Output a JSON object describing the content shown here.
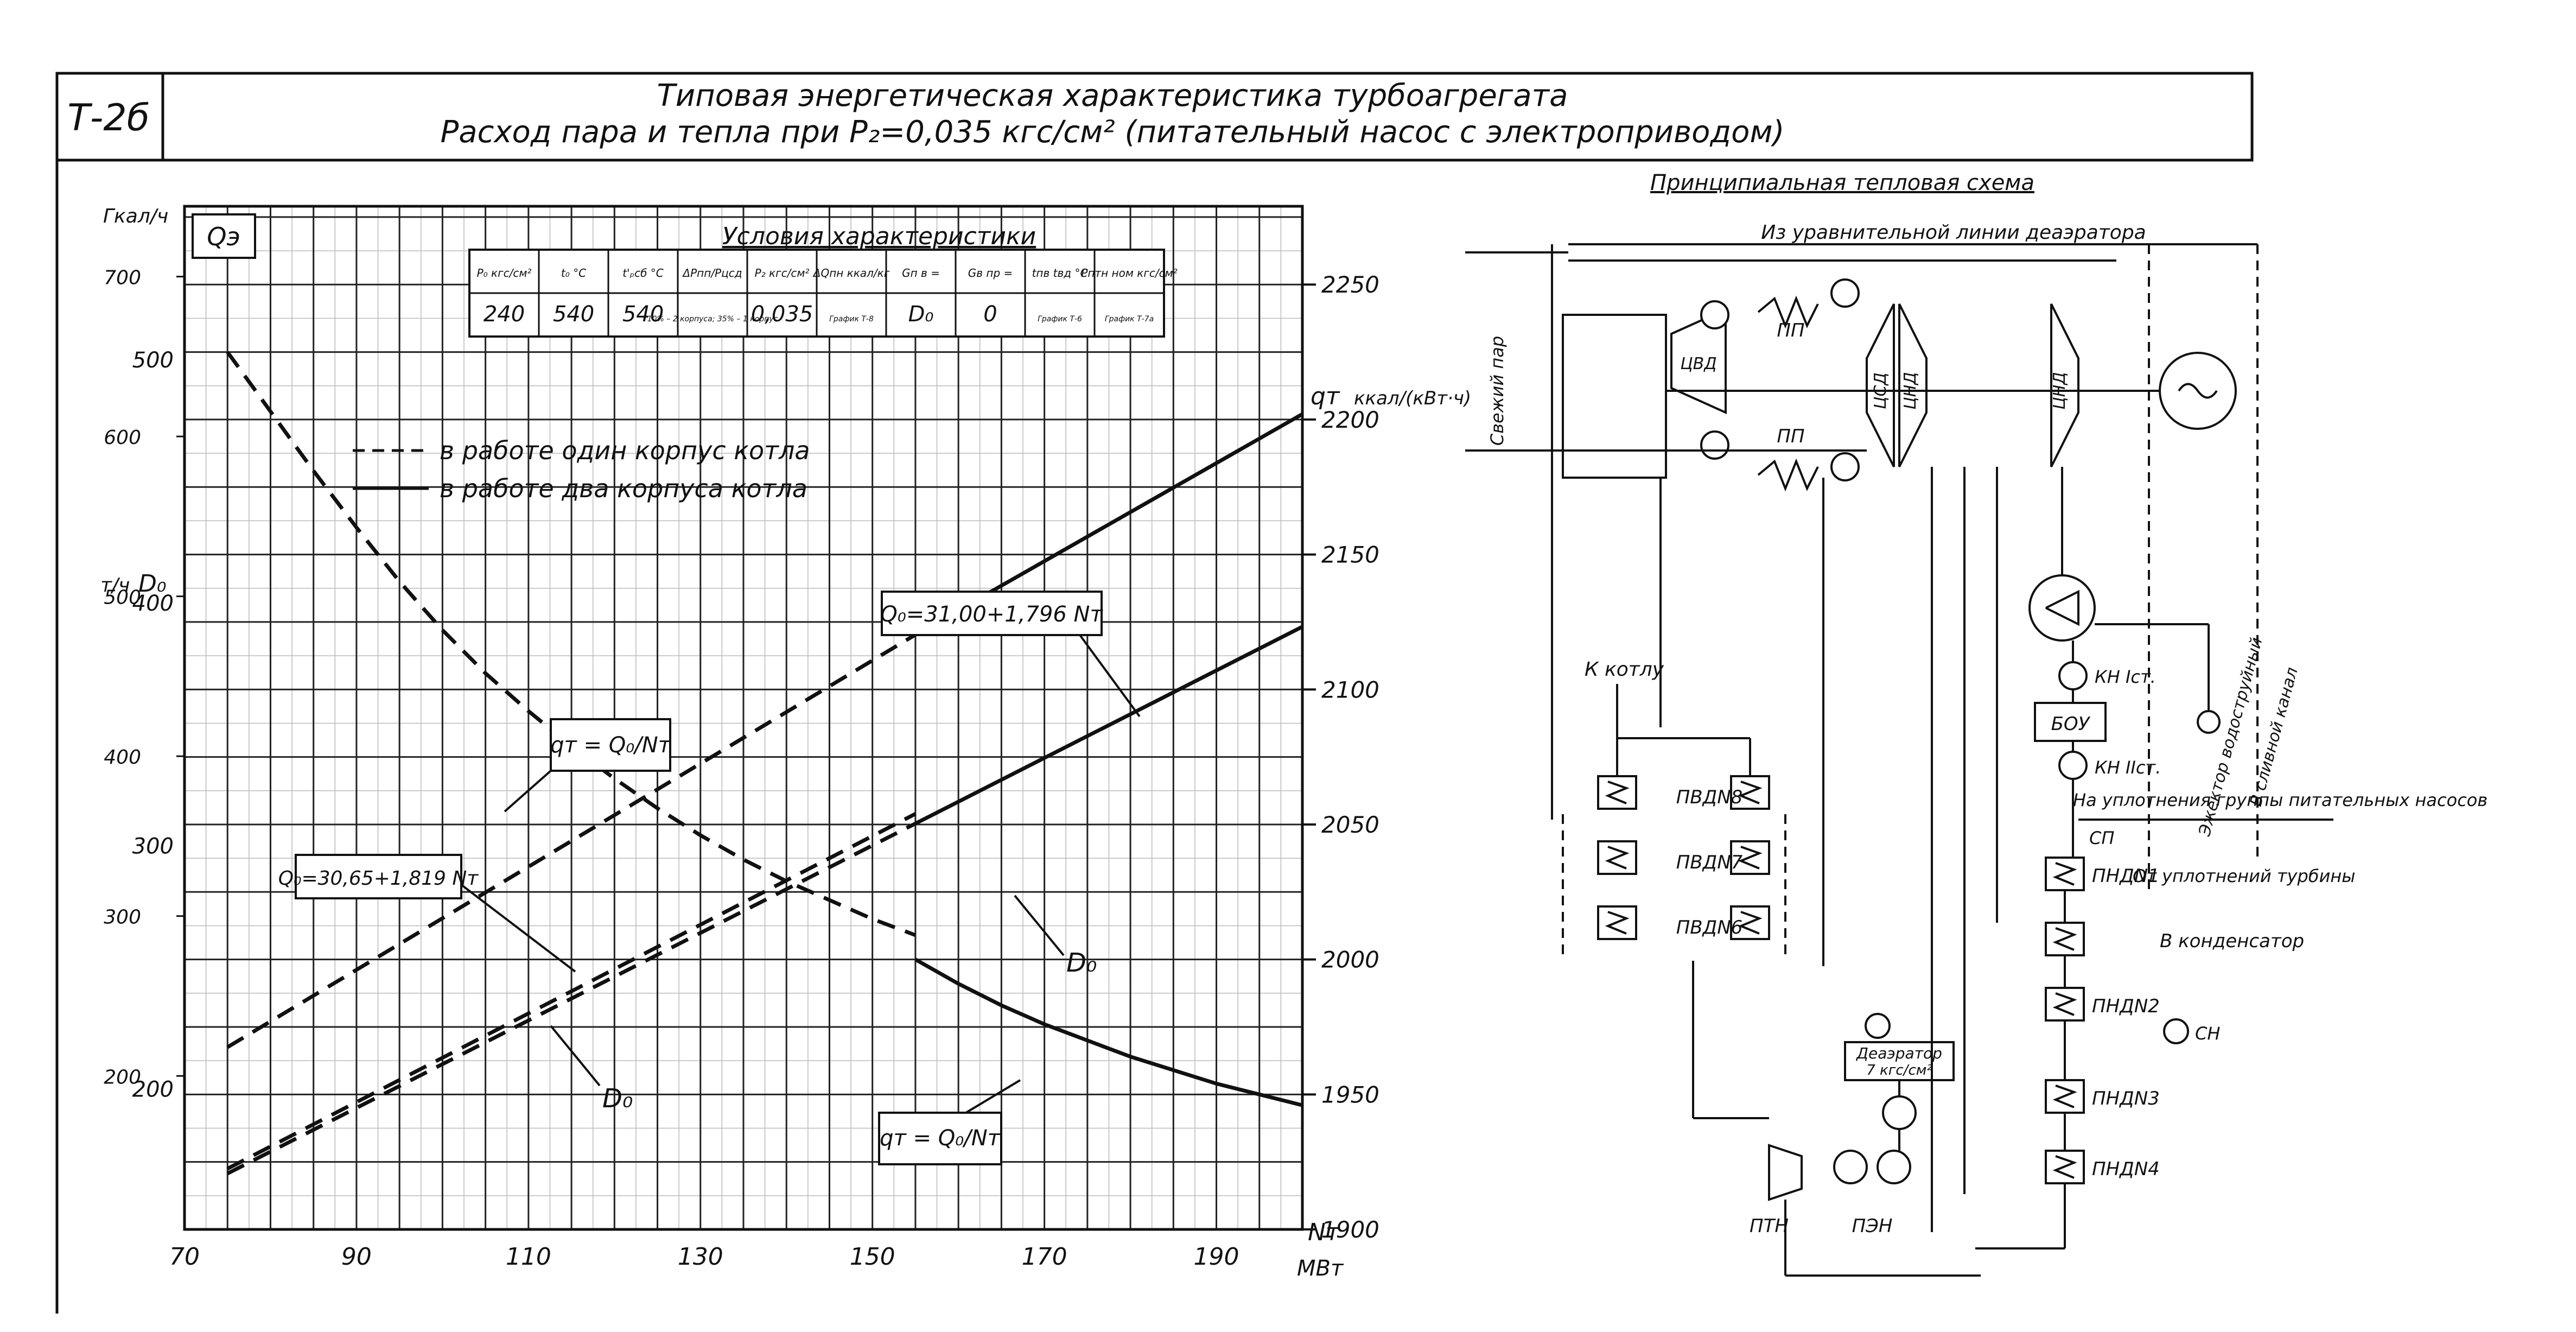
{
  "sheet": {
    "code": "Т-2б",
    "title_line1": "Типовая энергетическая характеристика турбоагрегата",
    "title_line2": "Расход пара и тепла при P₂=0,035 кгс/см² (питательный насос с электроприводом)"
  },
  "conditions": {
    "title": "Условия характеристики",
    "headers": [
      "P₀ кгс/см²",
      "t₀ °C",
      "t'ₚсб °C",
      "ΔPпп/Pцсд",
      "P₂ кгс/см²",
      "ΔQпн ккал/кг",
      "Gп в =",
      "Gв пр =",
      "tпв tвд °C",
      "Pптн ном кгс/см²"
    ],
    "values": [
      "240",
      "540",
      "540",
      "10% – 2 корпуса; 35% – 1 корпус",
      "0,035",
      "График Т-8",
      "D₀",
      "0",
      "График Т-6",
      "График Т-7а"
    ],
    "row_label": "График Т-8"
  },
  "legend": {
    "dashed": "в работе один корпус котла",
    "solid": "в работе два корпуса котла"
  },
  "annotations": {
    "q_formula_top": "qт = Q₀/Nт",
    "q_formula_bottom": "qт = Q₀/Nт",
    "Q_eq_upper": "Q₀=31,00+1,796 Nт",
    "Q_eq_lower": "Q₀=30,65+1,819 Nт",
    "D0_label_right": "D₀",
    "D0_label_lower": "D₀",
    "Qe_box": "Qэ"
  },
  "axes": {
    "left_unit_top": "Гкал/ч",
    "left_unit_D": "т/ч",
    "left_label_D": "D₀",
    "right_label": "qт",
    "right_unit": "ккал/(кВт·ч)",
    "x_label": "Nт",
    "x_unit": "МВт"
  },
  "chart_data": {
    "type": "line",
    "xlabel": "Nт, МВт",
    "xlim": [
      70,
      200
    ],
    "x_ticks": [
      "70",
      "90",
      "110",
      "130",
      "150",
      "170",
      "190"
    ],
    "y_left_Q_ticks": [
      "500",
      "400",
      "300",
      "200"
    ],
    "y_left_D_ticks": [
      "700",
      "600",
      "500",
      "400",
      "300",
      "200"
    ],
    "y_right_q_ticks": [
      "2250",
      "2200",
      "2150",
      "2100",
      "2050",
      "2000",
      "1950",
      "1900"
    ],
    "ylim_Q": [
      142,
      563
    ],
    "ylim_D": [
      104,
      744
    ],
    "ylim_q": [
      1900,
      2279
    ],
    "series": [
      {
        "name": "Q₀=31,00+1,796 Nт",
        "axis": "Q",
        "style": "dashed",
        "x": [
          75,
          155
        ],
        "y": [
          165,
          309
        ]
      },
      {
        "name": "Q₀=31,00+1,796 Nт",
        "axis": "Q",
        "style": "solid",
        "x": [
          155,
          200
        ],
        "y": [
          309,
          390
        ]
      },
      {
        "name": "Q₀=30,65+1,819 Nт",
        "axis": "Q",
        "style": "dashed",
        "x": [
          75,
          155
        ],
        "y": [
          167,
          313
        ]
      },
      {
        "name": "D₀",
        "axis": "D",
        "style": "dashed",
        "x": [
          75,
          155
        ],
        "y": [
          218,
          476
        ]
      },
      {
        "name": "D₀",
        "axis": "D",
        "style": "solid",
        "x": [
          155,
          200
        ],
        "y": [
          476,
          614
        ]
      },
      {
        "name": "qт",
        "axis": "q",
        "style": "dashed",
        "x": [
          75,
          80,
          85,
          90,
          95,
          100,
          105,
          110,
          115,
          120,
          125,
          130,
          135,
          140,
          145,
          150,
          155
        ],
        "y": [
          2225,
          2203,
          2181,
          2160,
          2140,
          2122,
          2106,
          2092,
          2079,
          2067,
          2056,
          2046,
          2037,
          2029,
          2022,
          2015,
          2009
        ]
      },
      {
        "name": "qт",
        "axis": "q",
        "style": "solid",
        "x": [
          155,
          160,
          165,
          170,
          175,
          180,
          185,
          190,
          195,
          200
        ],
        "y": [
          2000,
          1991,
          1983,
          1976,
          1970,
          1964,
          1959,
          1954,
          1950,
          1946
        ]
      }
    ]
  },
  "scheme": {
    "title": "Принципиальная тепловая схема",
    "top_line": "Из уравнительной линии деаэратора",
    "fresh_steam": "Свежий пар",
    "pp_top": "ПП",
    "pp_bottom": "ПП",
    "cvd": "ЦВД",
    "csd": "ЦСД",
    "cnd1": "ЦНД",
    "cnd2": "ЦНД",
    "to_boiler": "К котлу",
    "pvd8": "ПВДN8",
    "pvd7": "ПВДN7",
    "pvd6": "ПВДN6",
    "kn1": "КН Iст.",
    "kn2": "КН IIст.",
    "bou": "БОУ",
    "ejector": "Эжектор водоструйный",
    "drain": "В сливной канал",
    "seals_pumps": "На уплотнения группы питательных насосов",
    "sp": "СП",
    "from_seals": "От уплотнений турбины",
    "pnd1": "ПНДN1",
    "to_condenser": "В конденсатор",
    "pnd2": "ПНДN2",
    "sn": "СН",
    "pnd3": "ПНДN3",
    "pnd4": "ПНДN4",
    "deaerator": "Деаэратор",
    "deaerator_p": "7 кгс/см²",
    "ptn": "ПТН",
    "pen": "ПЭН"
  }
}
